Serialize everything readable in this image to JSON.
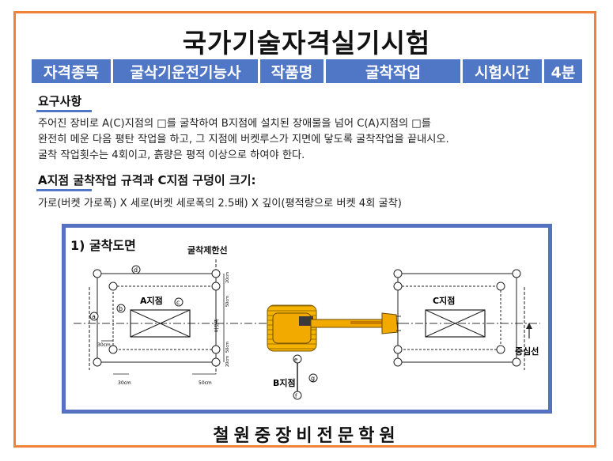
{
  "title": "국가기술자격실기시험",
  "info_bar": {
    "field_label": "자격종목",
    "field_value": "굴삭기운전기능사",
    "work_label": "작품명",
    "work_value": "굴착작업",
    "time_label": "시험시간",
    "time_value": "4분"
  },
  "requirements": {
    "heading": "요구사항",
    "lines": [
      "주어진 장비로 A(C)지점의 □를 굴착하여 B지점에 설치된 장애물을 넘어 C(A)지점의 □를",
      "완전히 메운 다음 평탄 작업을 하고, 그 지점에 버켓루스가 지면에 닿도록 굴착작업을 끝내시오.",
      "굴착 작업횟수는 4회이고, 흙량은 평적 이상으로 하여야 한다."
    ]
  },
  "spec": {
    "heading": "A지점 굴착작업 규격과 C지점 구덩이 크기:",
    "text": "가로(버켓 가로폭) X 세로(버켓 세로폭의 2.5배) X 깊이(평적량으로 버켓 4회 굴착)"
  },
  "diagram": {
    "heading": "1) 굴착도면",
    "limit_line_label": "굴착제한선",
    "point_a": "A지점",
    "point_b": "B지점",
    "point_c": "C지점",
    "center_line_label": "중심선",
    "bucket_width_label": "버켓폭",
    "dim_30cm_side": "30cm",
    "dim_30cm_bottom": "30cm",
    "dim_50cm_bottom": "50cm",
    "dim_20cm": "20cm",
    "dim_50cm_upper": "50cm",
    "dim_50cm_lower": "50cm",
    "dim_20cm_lower": "20cm",
    "markers": [
      "a",
      "b",
      "c",
      "d",
      "e",
      "f",
      "g"
    ],
    "machine_color": "#f2a900"
  },
  "school_name": "철원중장비전문학원"
}
